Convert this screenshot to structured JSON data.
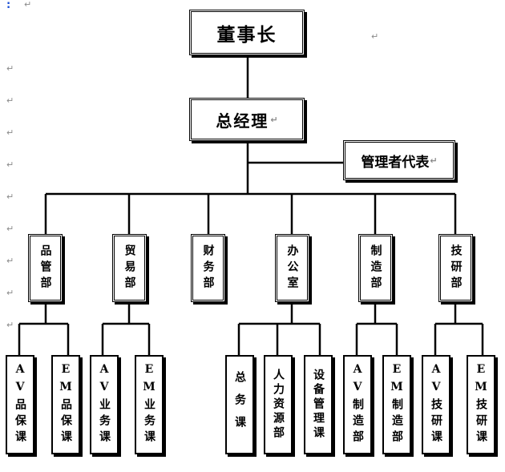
{
  "top": {
    "chairman": "董事长",
    "gm": "总经理",
    "mgmt_rep": "管理者代表"
  },
  "departments": [
    {
      "name": "品管部"
    },
    {
      "name": "贸易部"
    },
    {
      "name": "财务部"
    },
    {
      "name": "办公室"
    },
    {
      "name": "制造部"
    },
    {
      "name": "技研部"
    }
  ],
  "sections": [
    {
      "name": "AV品保课"
    },
    {
      "name": "EM品保课"
    },
    {
      "name": "AV业务课"
    },
    {
      "name": "EM业务课"
    },
    {
      "name": "总务课"
    },
    {
      "name": "人力资源部"
    },
    {
      "name": "设备管理课"
    },
    {
      "name": "AV制造部"
    },
    {
      "name": "EM制造部"
    },
    {
      "name": "AV技研课"
    },
    {
      "name": "EM技研课"
    }
  ],
  "paragraph_mark": "↵",
  "cursor_mark": ":"
}
